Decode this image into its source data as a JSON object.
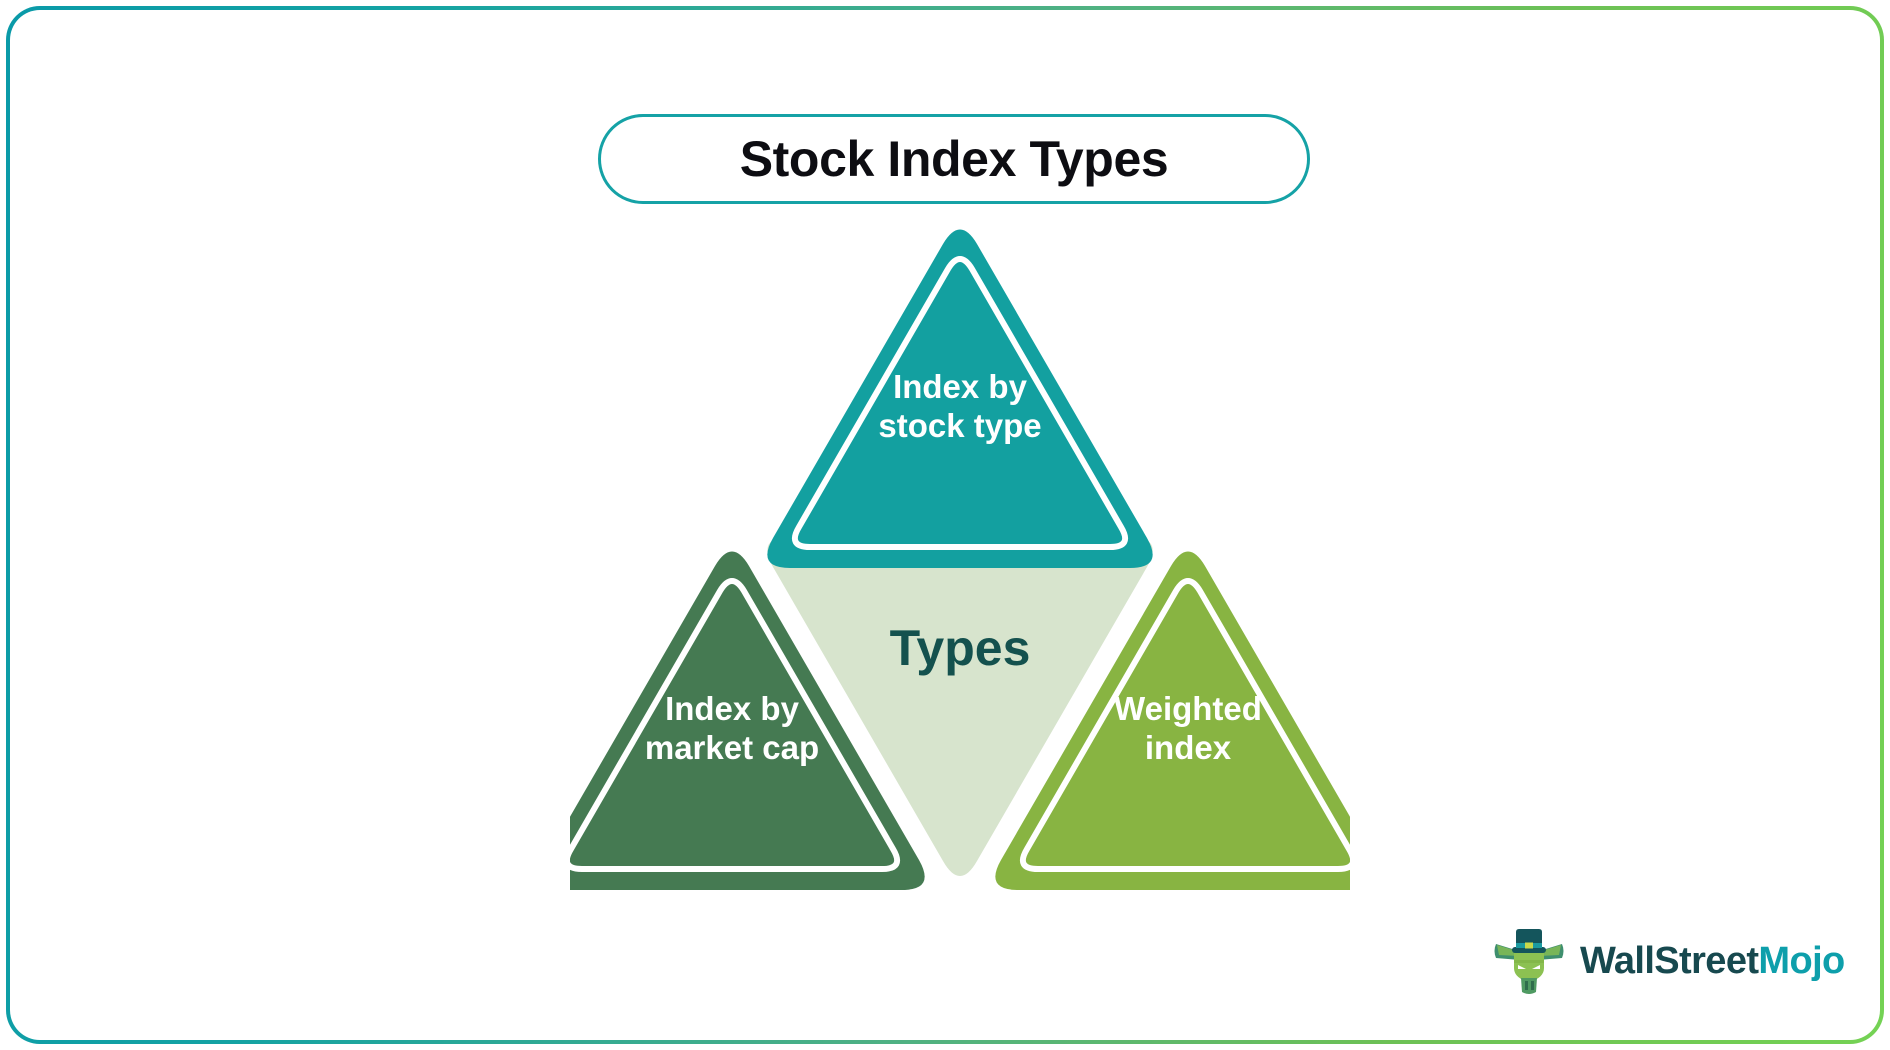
{
  "page": {
    "title": "Stock Index Types",
    "border_gradient_from": "#0a9aa8",
    "border_gradient_to": "#74d254",
    "background": "#ffffff"
  },
  "header": {
    "title": "Stock Index Types",
    "pill_border_color": "#15a2a6",
    "title_color": "#0d0d12"
  },
  "diagram": {
    "type": "triangle-cluster",
    "center": {
      "label": "Types",
      "fill": "#d7e4cd",
      "text_color": "#14514e",
      "orientation": "inverted"
    },
    "nodes": [
      {
        "id": "index-by-stock-type",
        "line1": "Index by",
        "line2": "stock type",
        "fill": "#13a0a0",
        "text_color": "#ffffff",
        "position": "top"
      },
      {
        "id": "index-by-market-cap",
        "line1": "Index by",
        "line2": "market cap",
        "fill": "#457a52",
        "text_color": "#ffffff",
        "position": "bottom-left"
      },
      {
        "id": "weighted-index",
        "line1": "Weighted",
        "line2": "index",
        "fill": "#88b442",
        "text_color": "#ffffff",
        "position": "bottom-right"
      }
    ]
  },
  "branding": {
    "name_part1": "WallStreet",
    "name_part2": "Mojo",
    "color_part1": "#17494f",
    "color_part2": "#0e9fab",
    "mascot": "bull-with-top-hat"
  }
}
